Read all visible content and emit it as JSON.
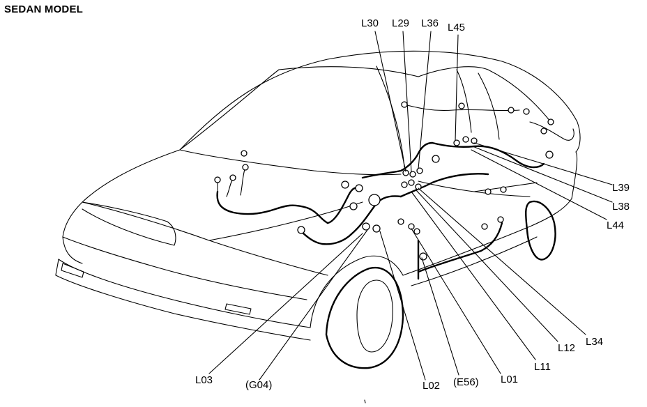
{
  "title": "SEDAN MODEL",
  "labels": {
    "l30": "L30",
    "l29": "L29",
    "l36": "L36",
    "l45": "L45",
    "l39": "L39",
    "l38": "L38",
    "l44": "L44",
    "l34": "L34",
    "l12": "L12",
    "l11": "L11",
    "l01": "L01",
    "e56": "(E56)",
    "l02": "L02",
    "g04": "(G04)",
    "l03": "L03"
  }
}
